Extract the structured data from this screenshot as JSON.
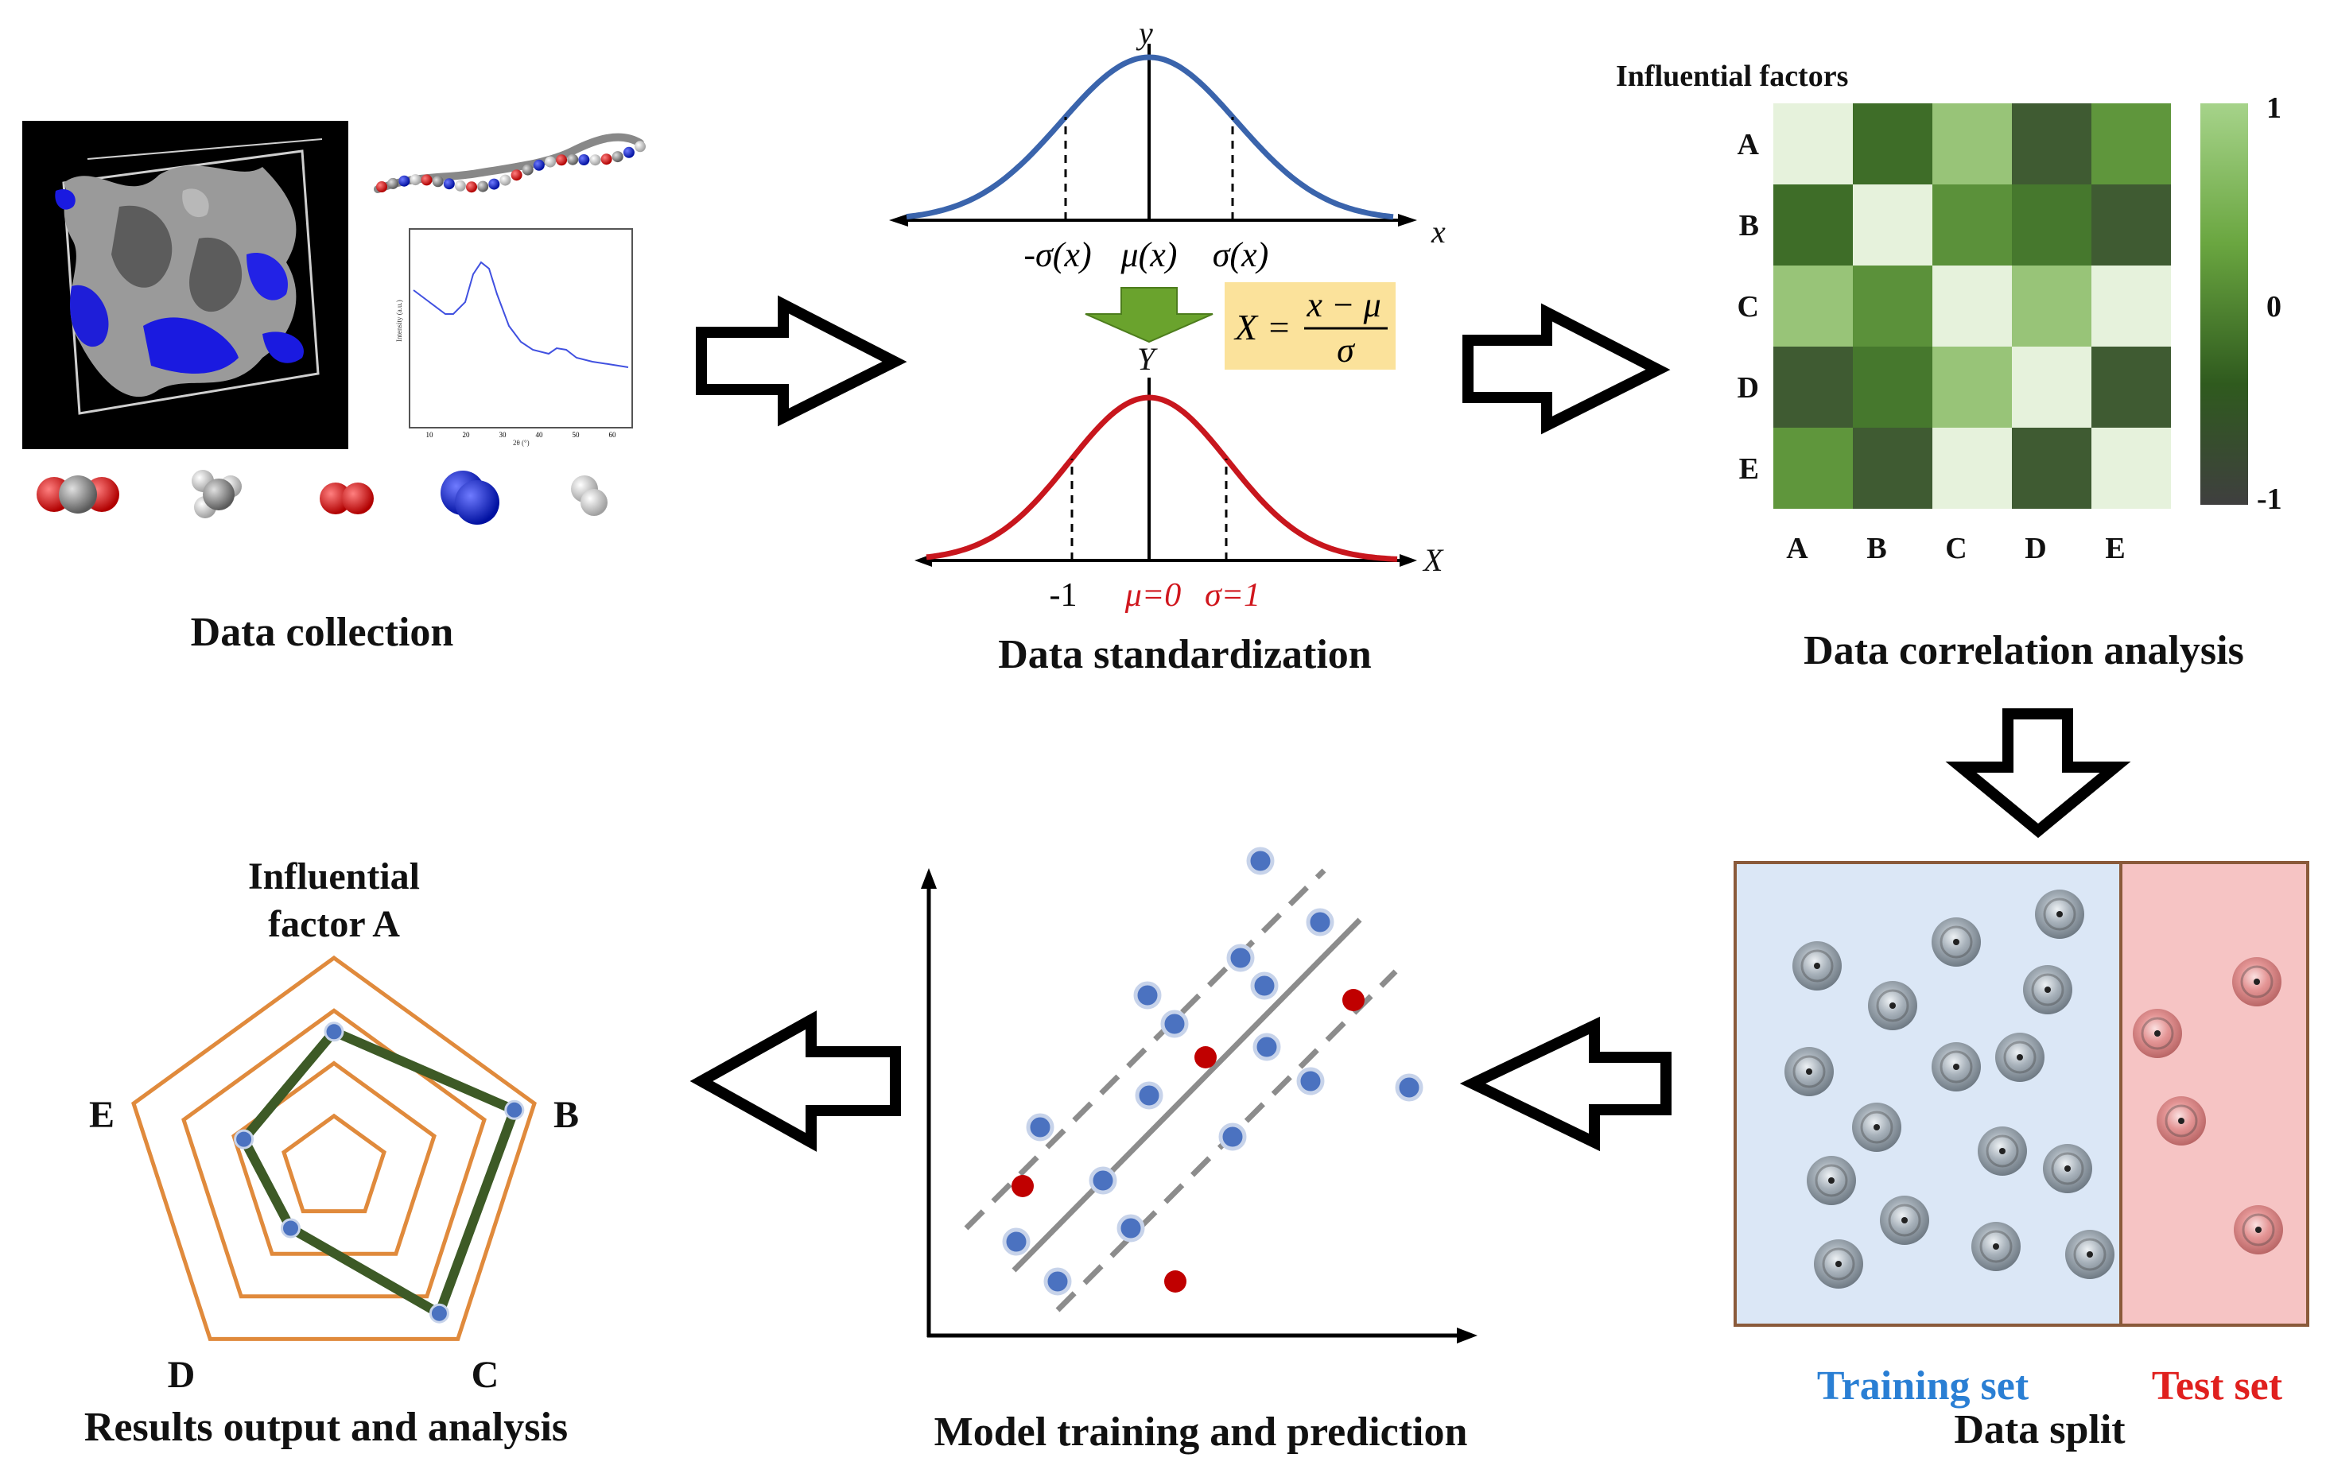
{
  "stages": {
    "collection": "Data collection",
    "standardization": "Data standardization",
    "correlation": "Data correlation analysis",
    "split": "Data split",
    "training": "Model training and prediction",
    "results": "Results output and analysis"
  },
  "standardization": {
    "top_curve_y": "y",
    "top_curve_x": "x",
    "top_ticks": [
      "-σ(x)",
      "μ(x)",
      "σ(x)"
    ],
    "formula_lhs": "X =",
    "formula_num": "x − μ",
    "formula_den": "σ",
    "bottom_curve_y": "Y",
    "bottom_curve_x": "X",
    "bottom_tick_left": "-1",
    "bottom_tick_mu": "μ=0",
    "bottom_tick_sigma": "σ=1",
    "colors": {
      "top_curve": "#3a64ac",
      "bottom_curve": "#c8161d",
      "formula_box": "#fbe29b",
      "arrow": "#6aa32d"
    }
  },
  "correlation": {
    "heading": "Influential factors",
    "rows": [
      "A",
      "B",
      "C",
      "D",
      "E"
    ],
    "cols": [
      "A",
      "B",
      "C",
      "D",
      "E"
    ],
    "matrix": [
      [
        1.0,
        -0.3,
        0.55,
        -0.6,
        0.1
      ],
      [
        -0.3,
        1.0,
        0.05,
        -0.2,
        -0.6
      ],
      [
        0.55,
        0.05,
        1.0,
        0.55,
        1.0
      ],
      [
        -0.6,
        -0.2,
        0.55,
        1.0,
        -0.6
      ],
      [
        0.1,
        -0.6,
        1.0,
        -0.6,
        1.0
      ]
    ],
    "scale_max": "1",
    "scale_mid": "0",
    "scale_min": "-1",
    "colorscale": [
      "#444444",
      "#3b6a26",
      "#72ae48",
      "#e6f2dc"
    ]
  },
  "split": {
    "train_label": "Training set",
    "test_label": "Test set",
    "colors": {
      "train_bg": "#dbe7f6",
      "test_bg": "#f6c4c4",
      "train_text": "#2a7fd4",
      "test_text": "#e0201e"
    }
  },
  "training": {
    "train_color": "#4b72c0",
    "test_color": "#c00000"
  },
  "results": {
    "axes": [
      "Influential factor A",
      "B",
      "C",
      "D",
      "E"
    ],
    "axis_a_line1": "Influential",
    "axis_a_line2": "factor A",
    "values": [
      0.65,
      0.9,
      0.85,
      0.35,
      0.45
    ],
    "colors": {
      "grid": "#e08a3c",
      "polygon": "#3d5a26",
      "point": "#4b72c0"
    }
  },
  "collection": {
    "xrd_ylabel": "Intensity (a.u.)",
    "xrd_xlabel": "2θ (°)",
    "xrd_ticks": [
      "10",
      "20",
      "30",
      "40",
      "50",
      "60"
    ]
  }
}
